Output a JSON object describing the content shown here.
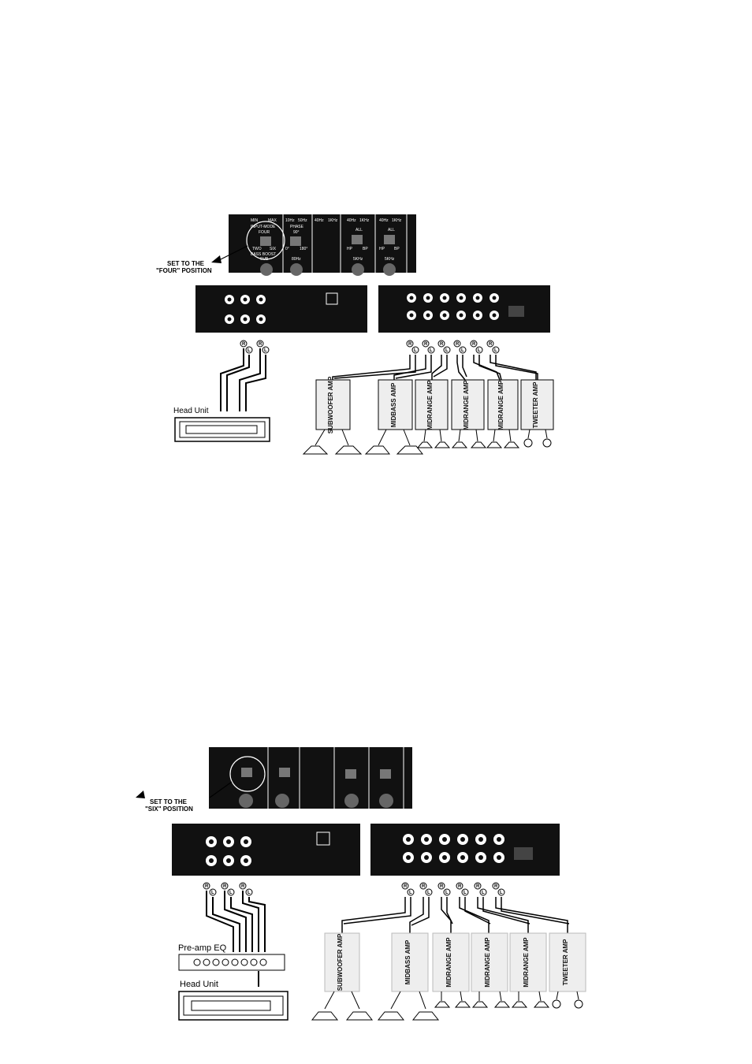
{
  "diagram1": {
    "callout": [
      "SET TO THE",
      "\"FOUR\" POSITION"
    ],
    "head_unit_label": "Head Unit",
    "panel": {
      "level": [
        "MIN",
        "MAX"
      ],
      "input_mode": "INPUT-MODE",
      "mode_top": "FOUR",
      "mode_left": "TWO",
      "mode_right": "SIX",
      "bass_boost": "BASS BOOST",
      "bass_mode": "SUB",
      "freq_a": [
        "10Hz",
        "50Hz"
      ],
      "phase": "PHASE",
      "phase_top": "90°",
      "phase_left": "0°",
      "phase_right": "180°",
      "phase_knob": "80Hz",
      "freq_b": [
        "40Hz",
        "1KHz"
      ],
      "all": "ALL",
      "filter_left": "HP",
      "filter_right": "BP",
      "filter_knob": "5KHz"
    },
    "amps": [
      "SUBWOOFER AMP",
      "MIDBASS AMP",
      "MIDRANGE AMP",
      "MIDRANGE AMP",
      "MIDRANGE AMP",
      "TWEETER AMP"
    ]
  },
  "diagram2": {
    "callout": [
      "SET TO THE",
      "\"SIX\" POSITION"
    ],
    "eq_label": "Pre-amp EQ",
    "head_unit_label": "Head Unit",
    "amps": [
      "SUBWOOFER AMP",
      "MIDBASS AMP",
      "MIDRANGE AMP",
      "MIDRANGE AMP",
      "MIDRANGE AMP",
      "TWEETER AMP"
    ]
  },
  "rca_labels": {
    "right": "R",
    "left": "L"
  }
}
